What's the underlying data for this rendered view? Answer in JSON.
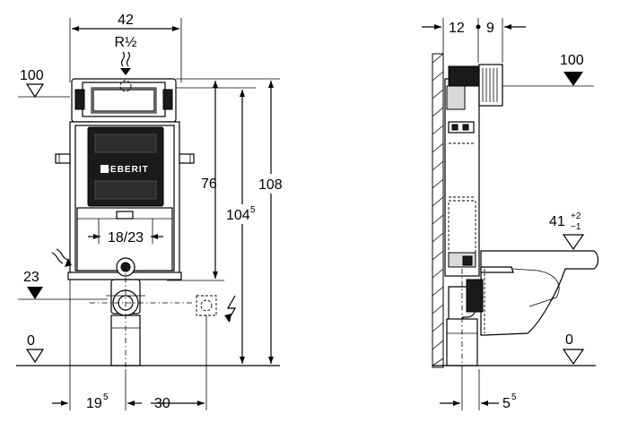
{
  "front_view": {
    "width_dim": "42",
    "thread_label": "R½",
    "top_level": "100",
    "height_76": "76",
    "height_104": "104",
    "height_104_sup": "5",
    "height_108": "108",
    "drain_spacing": "18/23",
    "level_23": "23",
    "floor_level": "0",
    "offset_19": "19",
    "offset_19_sup": "5",
    "offset_30": "30",
    "brand": "GEBERIT"
  },
  "side_view": {
    "dim_12": "12",
    "dim_9": "9",
    "top_level": "100",
    "seat_height": "41",
    "seat_tol_plus": "+2",
    "seat_tol_minus": "−1",
    "floor_level": "0",
    "dim_5": "5",
    "dim_5_sup": "5"
  }
}
